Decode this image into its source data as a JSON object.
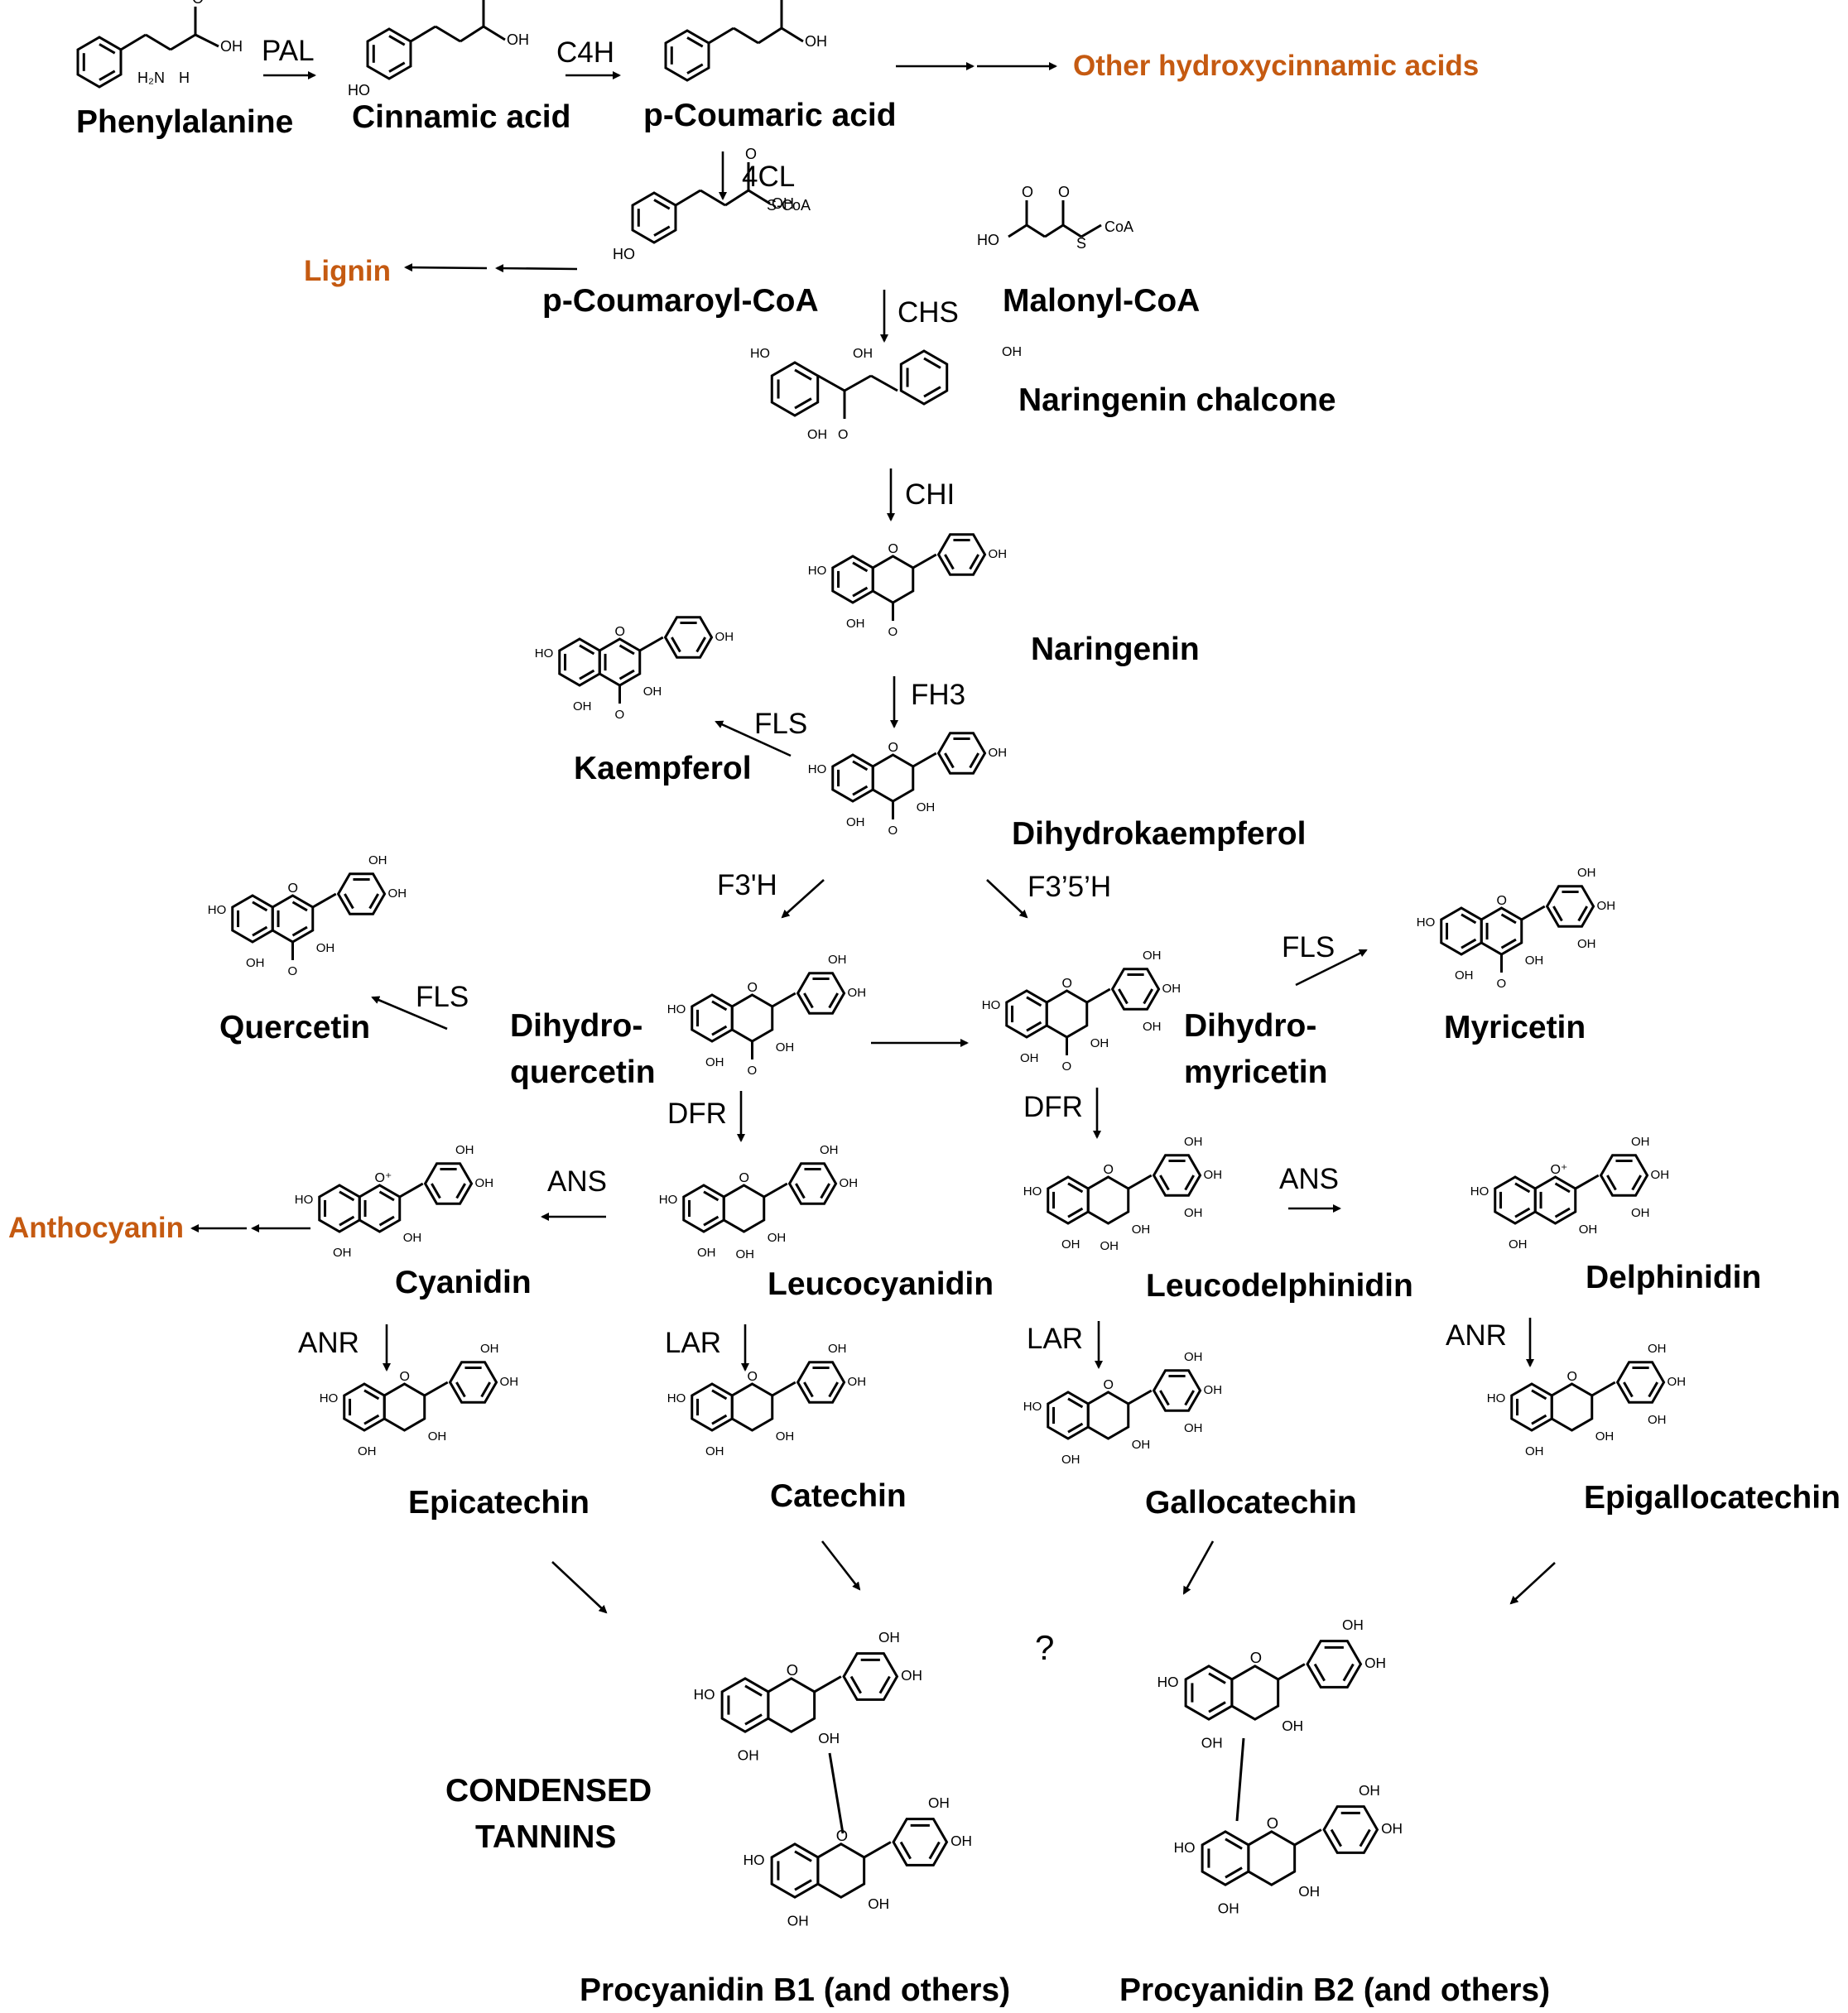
{
  "colors": {
    "text": "#000000",
    "highlight": "#c55a11",
    "background": "#ffffff"
  },
  "compounds": {
    "phenylalanine": "Phenylalanine",
    "cinnamic_acid": "Cinnamic acid",
    "p_coumaric_acid": "p-Coumaric acid",
    "p_coumaroyl_coa": "p-Coumaroyl-CoA",
    "malonyl_coa": "Malonyl-CoA",
    "naringenin_chalcone": "Naringenin chalcone",
    "naringenin": "Naringenin",
    "kaempferol": "Kaempferol",
    "dihydrokaempferol": "Dihydrokaempferol",
    "quercetin": "Quercetin",
    "dihydroquercetin_1": "Dihydro-",
    "dihydroquercetin_2": "quercetin",
    "dihydromyricetin_1": "Dihydro-",
    "dihydromyricetin_2": "myricetin",
    "myricetin": "Myricetin",
    "cyanidin": "Cyanidin",
    "leucocyanidin": "Leucocyanidin",
    "leucodelphinidin": "Leucodelphinidin",
    "delphinidin": "Delphinidin",
    "epicatechin": "Epicatechin",
    "catechin": "Catechin",
    "gallocatechin": "Gallocatechin",
    "epigallocatechin": "Epigallocatechin",
    "condensed_tannins_1": "CONDENSED",
    "condensed_tannins_2": "TANNINS",
    "procyanidin_b1": "Procyanidin B1 (and others)",
    "procyanidin_b2": "Procyanidin B2 (and others)"
  },
  "outputs": {
    "other_hca": "Other hydroxycinnamic acids",
    "lignin": "Lignin",
    "anthocyanin": "Anthocyanin"
  },
  "enzymes": {
    "pal": "PAL",
    "c4h": "C4H",
    "cl4": "4CL",
    "chs": "CHS",
    "chi": "CHI",
    "fh3": "FH3",
    "fls_kaempferol": "FLS",
    "f3h": "F3'H",
    "f35h": "F3’5’H",
    "fls_quercetin": "FLS",
    "fls_myricetin": "FLS",
    "dfr_1": "DFR",
    "dfr_2": "DFR",
    "ans_1": "ANS",
    "ans_2": "ANS",
    "anr_1": "ANR",
    "lar_1": "LAR",
    "lar_2": "LAR",
    "anr_2": "ANR"
  },
  "question_mark": "?",
  "structure_labels": {
    "oh": "OH",
    "ho": "HO",
    "o": "O",
    "h": "H",
    "h2n": "H₂N",
    "scoa": "S-CoA",
    "coa": "CoA",
    "s": "S",
    "oplus": "O⁺"
  }
}
